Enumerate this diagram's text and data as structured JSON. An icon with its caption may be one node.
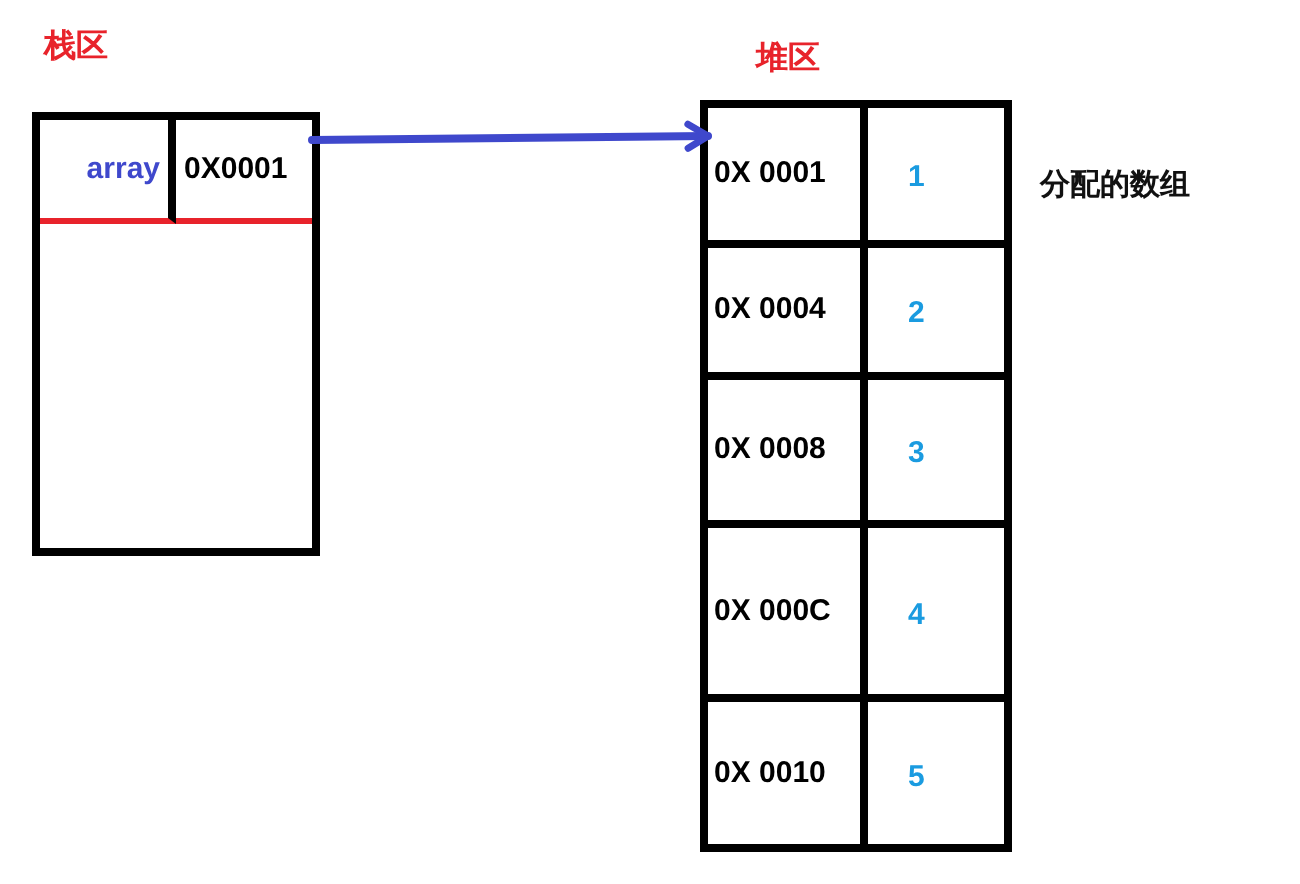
{
  "diagram": {
    "nodes": [
      {
        "text": [
          "栈区"
        ]
      },
      {
        "text": [
          "array"
        ],
        "in": 0
      },
      {
        "text": [
          "0X0001"
        ],
        "in": 0
      },
      {
        "text": [
          "堆区"
        ],
        "beside": [
          "分配的数组"
        ]
      },
      {
        "text": [
          "0X 0001"
        ],
        "in": 3
      },
      {
        "text": [
          "1"
        ],
        "in": 3
      },
      {
        "text": [
          "0X 0004"
        ],
        "in": 3
      },
      {
        "text": [
          "2"
        ],
        "in": 3
      },
      {
        "text": [
          "0X 0008"
        ],
        "in": 3
      },
      {
        "text": [
          "3"
        ],
        "in": 3
      },
      {
        "text": [
          "0X 000C"
        ],
        "in": 3
      },
      {
        "text": [
          "4"
        ],
        "in": 3
      },
      {
        "text": [
          "0X 0010"
        ],
        "in": 3
      },
      {
        "text": [
          "5"
        ],
        "in": 3
      }
    ],
    "edges": [
      {
        "from": 2,
        "to": 4,
        "arrow": "to",
        "color": "#3f48cc"
      }
    ]
  }
}
